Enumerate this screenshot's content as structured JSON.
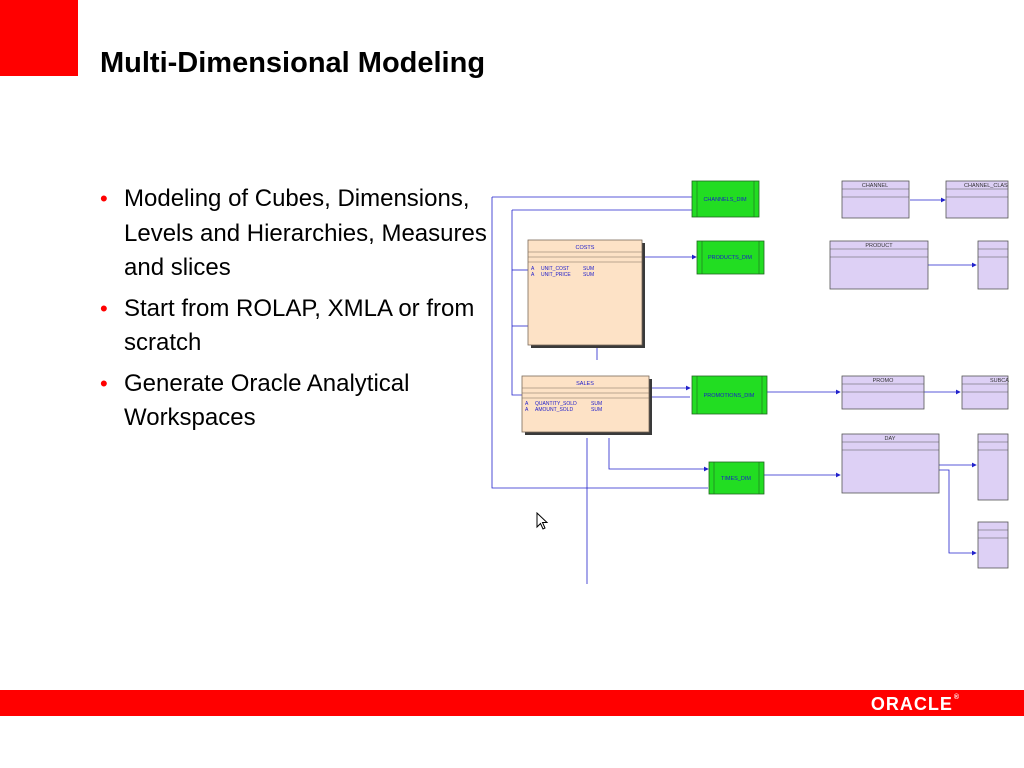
{
  "slide": {
    "title": "Multi-Dimensional Modeling",
    "bullets": [
      "Modeling of Cubes, Dimensions, Levels and Hierarchies, Measures and slices",
      "Start from ROLAP, XMLA or from scratch",
      "Generate Oracle Analytical Workspaces"
    ]
  },
  "diagram": {
    "cubes": {
      "costs": {
        "title": "COSTS",
        "rows": [
          {
            "flag": "A",
            "name": "UNIT_COST",
            "agg": "SUM"
          },
          {
            "flag": "A",
            "name": "UNIT_PRICE",
            "agg": "SUM"
          }
        ]
      },
      "sales": {
        "title": "SALES",
        "rows": [
          {
            "flag": "A",
            "name": "QUANTITY_SOLD",
            "agg": "SUM"
          },
          {
            "flag": "A",
            "name": "AMOUNT_SOLD",
            "agg": "SUM"
          }
        ]
      }
    },
    "dimensions": {
      "channels": "CHANNELS_DIM",
      "products": "PRODUCTS_DIM",
      "promotions": "PROMOTIONS_DIM",
      "times": "TIMES_DIM"
    },
    "levels": {
      "channel": "CHANNEL",
      "channel_class": "CHANNEL_CLAS",
      "product": "PRODUCT",
      "promo": "PROMO",
      "subca": "SUBCA",
      "day": "DAY"
    }
  },
  "footer": {
    "logo": "ORACLE",
    "logo_mark": "®"
  },
  "colors": {
    "accent_red": "#ff0000",
    "dimension_green": "#22dd22",
    "cube_fill": "#fde2c6",
    "level_fill": "#ddd0f5",
    "connector_blue": "#2222cc"
  }
}
